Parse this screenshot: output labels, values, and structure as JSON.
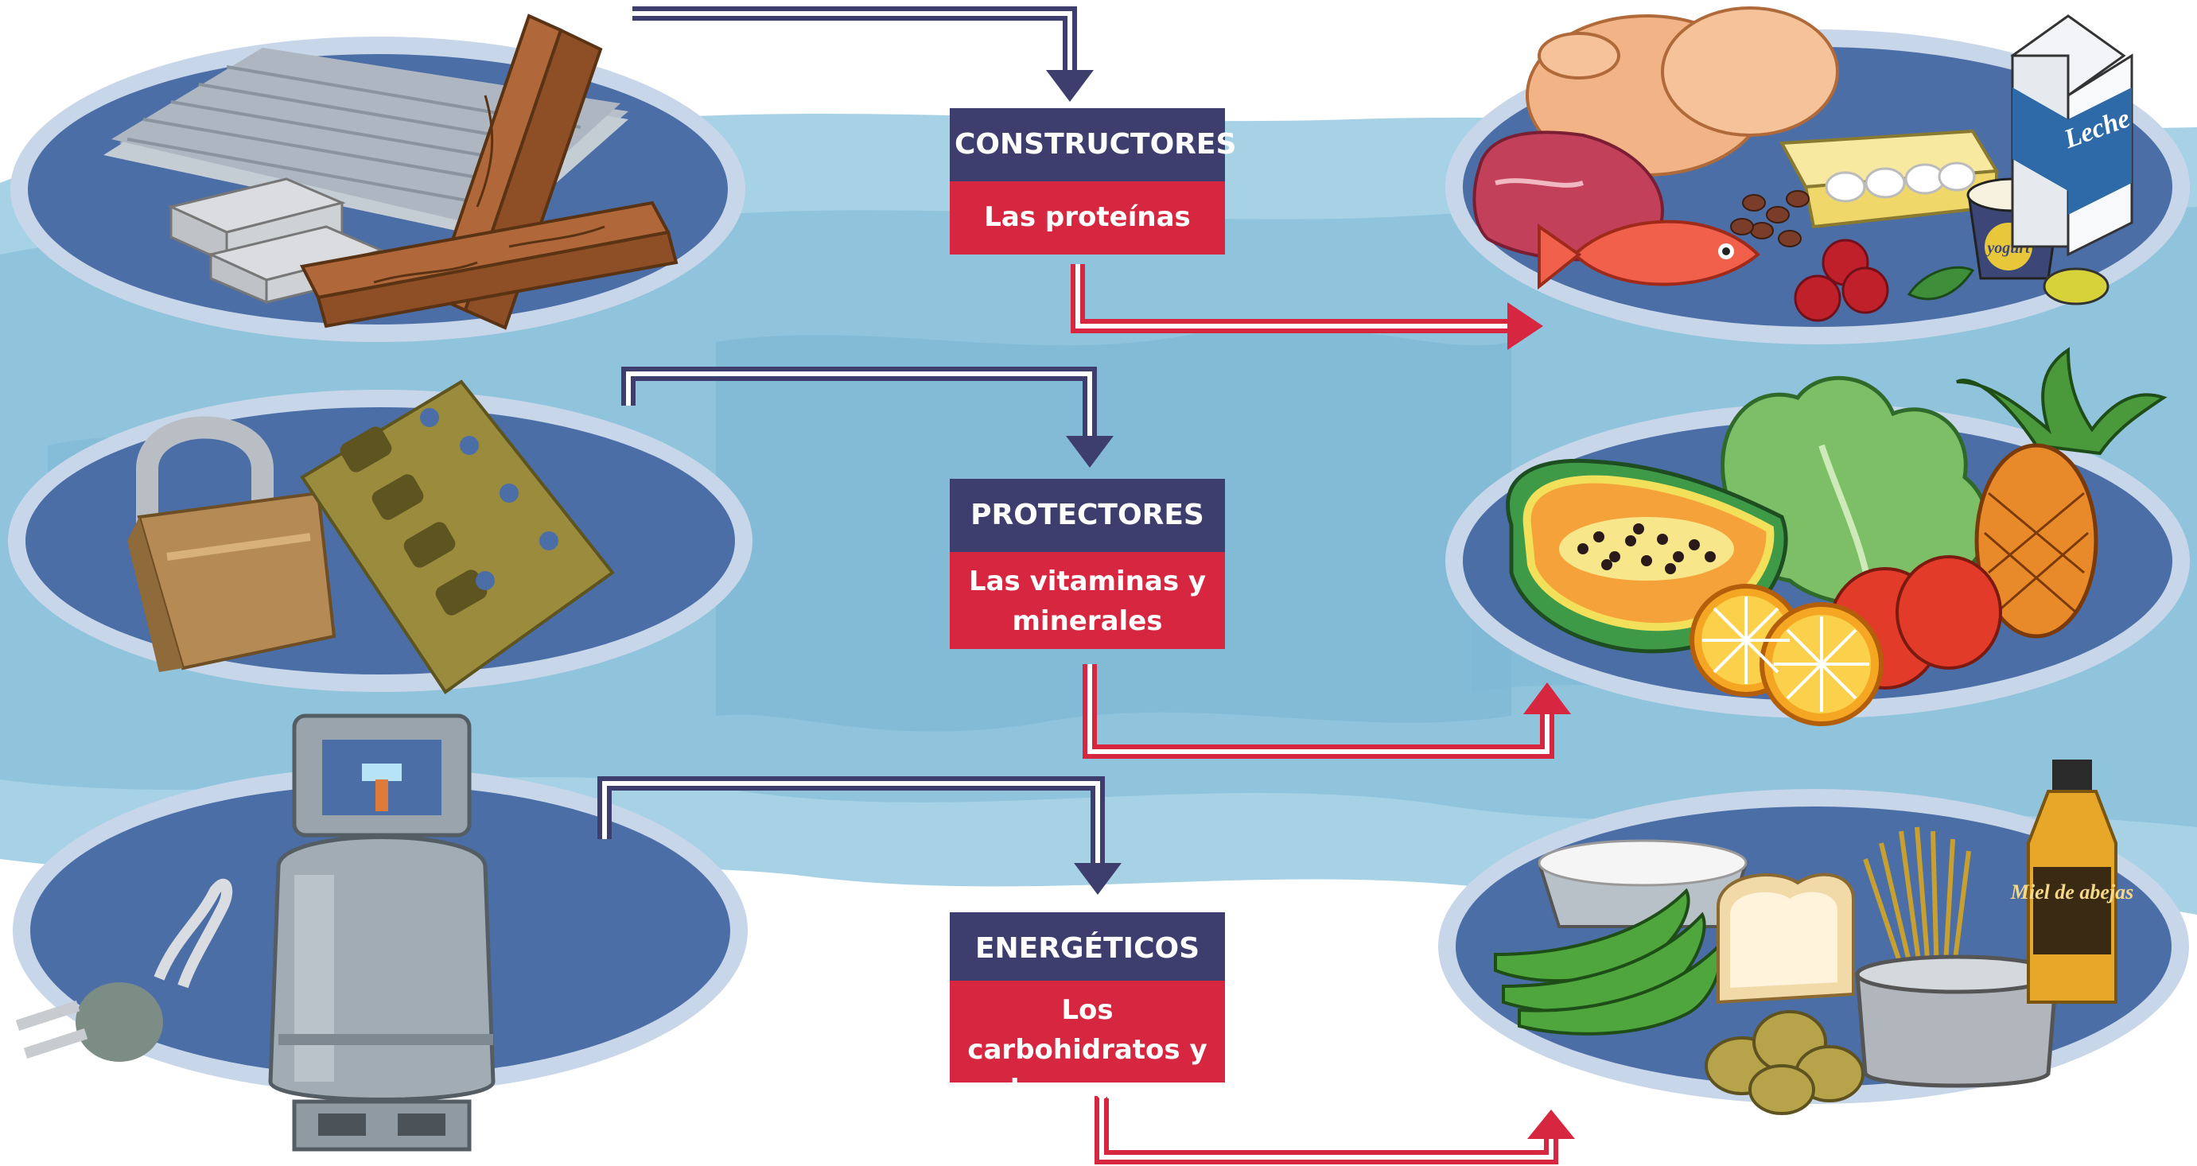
{
  "colors": {
    "background": "#ffffff",
    "water": "#9fcde2",
    "plate_rim": "#c8d6ea",
    "plate_center": "#4c6ea6",
    "header_navy": "#3d3e6e",
    "sub_red": "#d7263f",
    "arrow_navy": "#3d3e6e",
    "arrow_red": "#d7263f"
  },
  "groups": [
    {
      "id": "constructores",
      "heading": "CONSTRUCTORES",
      "nutrient": "Las proteínas",
      "left_icon": "building-materials-icon",
      "right_icon": "protein-foods-icon",
      "food_labels": [
        "Leche",
        "yogurt"
      ]
    },
    {
      "id": "protectores",
      "heading": "PROTECTORES",
      "nutrient": "Las vitaminas y minerales",
      "left_icon": "lock-and-hinge-icon",
      "right_icon": "fruits-vegetables-icon",
      "food_labels": []
    },
    {
      "id": "energeticos",
      "heading": "ENERGÉTICOS",
      "nutrient": "Los carbohidratos y las grasas",
      "left_icon": "gas-tank-and-plug-icon",
      "right_icon": "energy-foods-icon",
      "food_labels": [
        "Miel de abejas"
      ]
    }
  ]
}
